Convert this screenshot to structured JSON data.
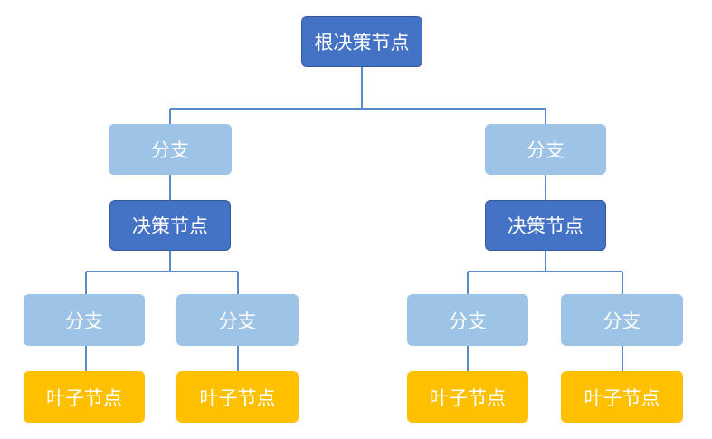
{
  "root": {
    "label": "根决策节点"
  },
  "left": {
    "branch": {
      "label": "分支"
    },
    "decision": {
      "label": "决策节点"
    },
    "children": [
      {
        "branch": "分支",
        "leaf": "叶子节点"
      },
      {
        "branch": "分支",
        "leaf": "叶子节点"
      }
    ]
  },
  "right": {
    "branch": {
      "label": "分支"
    },
    "decision": {
      "label": "决策节点"
    },
    "children": [
      {
        "branch": "分支",
        "leaf": "叶子节点"
      },
      {
        "branch": "分支",
        "leaf": "叶子节点"
      }
    ]
  },
  "colors": {
    "decision_node": "#4472c4",
    "branch_node": "#9dc3e6",
    "leaf_node": "#ffc000",
    "connector": "#5b8ac8"
  }
}
